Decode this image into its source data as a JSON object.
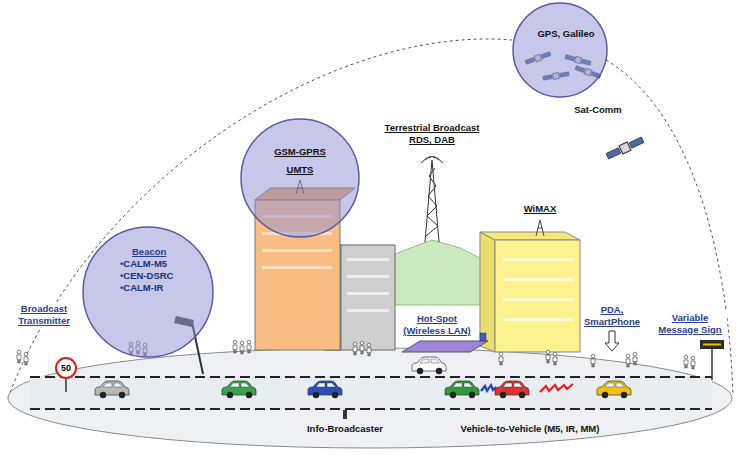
{
  "diagram": {
    "nodes": [
      {
        "text": [
          "GPS, Galileo"
        ]
      },
      {
        "text": [
          "GSM-GPRS",
          "UMTS"
        ]
      },
      {
        "text": [
          "Beacon",
          "•CALM-M5",
          "•CEN-DSRC",
          "•CALM-IR"
        ]
      }
    ],
    "labels": [
      "Sat-Comm",
      "Terrestrial Broadcast",
      "RDS, DAB",
      "WiMAX",
      "Broadcast Transmitter",
      "PDA, SmartPhone",
      "Hot-Spot (Wireless LAN)",
      "Variable Message Sign",
      "50",
      "Info-Broadcaster",
      "Vehicle-to-Vehicle (M5, IR, MM)"
    ]
  }
}
